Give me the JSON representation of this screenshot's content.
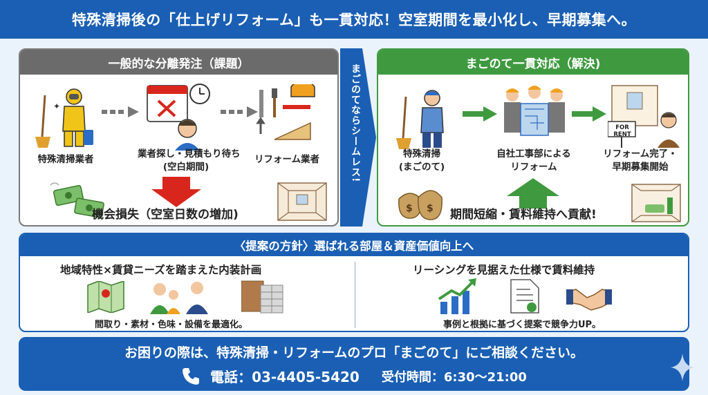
{
  "header": {
    "title": "特殊清掃後の「仕上げリフォーム」も一貫対応！空室期間を最小化し、早期募集へ。"
  },
  "left_panel": {
    "title": "一般的な分離発注（課題）",
    "step1": "特殊清掃業者",
    "step2_line1": "業者探し・見積もり待ち",
    "step2_line2": "(空白期間)",
    "step3": "リフォーム業者",
    "loss": "機会損失（空室日数の増加)"
  },
  "middle_arrow": {
    "text": "まごのてならシームレス!"
  },
  "right_panel": {
    "title": "まごのて一貫対応（解決)",
    "step1_line1": "特殊清掃",
    "step1_line2": "(まごのて)",
    "step2_line1": "自社工事部による",
    "step2_line2": "リフォーム",
    "step3_line1": "リフォーム完了・",
    "step3_line2": "早期募集開始",
    "sign": "FOR RENT",
    "benefit": "期間短縮・賃料維持へ貢献!"
  },
  "policy": {
    "title": "〈提案の方針〉選ばれる部屋＆資産価値向上へ",
    "left_heading": "地域特性×賃貸ニーズを踏まえた内装計画",
    "left_caption": "間取り・素材・色味・設備を最適化。",
    "right_heading": "リーシングを見据えた仕様で賃料維持",
    "right_caption": "事例と根拠に基づく提案で競争力UP。"
  },
  "footer": {
    "line1": "お困りの際は、特殊清掃・リフォームのプロ「まごのて」にご相談ください。",
    "phone": "電話：03-4405-5420",
    "hours": "受付時間：6:30〜21:00"
  },
  "colors": {
    "brand_blue": "#1a5fb4",
    "issue_gray": "#6b6b6b",
    "solution_green": "#3f9a3f",
    "alert_red": "#d9261c"
  },
  "icons": [
    "cleaning-worker-icon",
    "calendar-cross-icon",
    "clock-icon",
    "worried-person-icon",
    "tools-icon",
    "money-flying-icon",
    "down-arrow-icon",
    "empty-room-icon",
    "workers-blueprint-icon",
    "room-for-rent-icon",
    "agent-icon",
    "money-bags-icon",
    "up-arrow-icon",
    "map-icon",
    "family-icon",
    "material-samples-icon",
    "growth-chart-icon",
    "document-icon",
    "handshake-icon",
    "phone-icon",
    "sparkle-icon"
  ]
}
